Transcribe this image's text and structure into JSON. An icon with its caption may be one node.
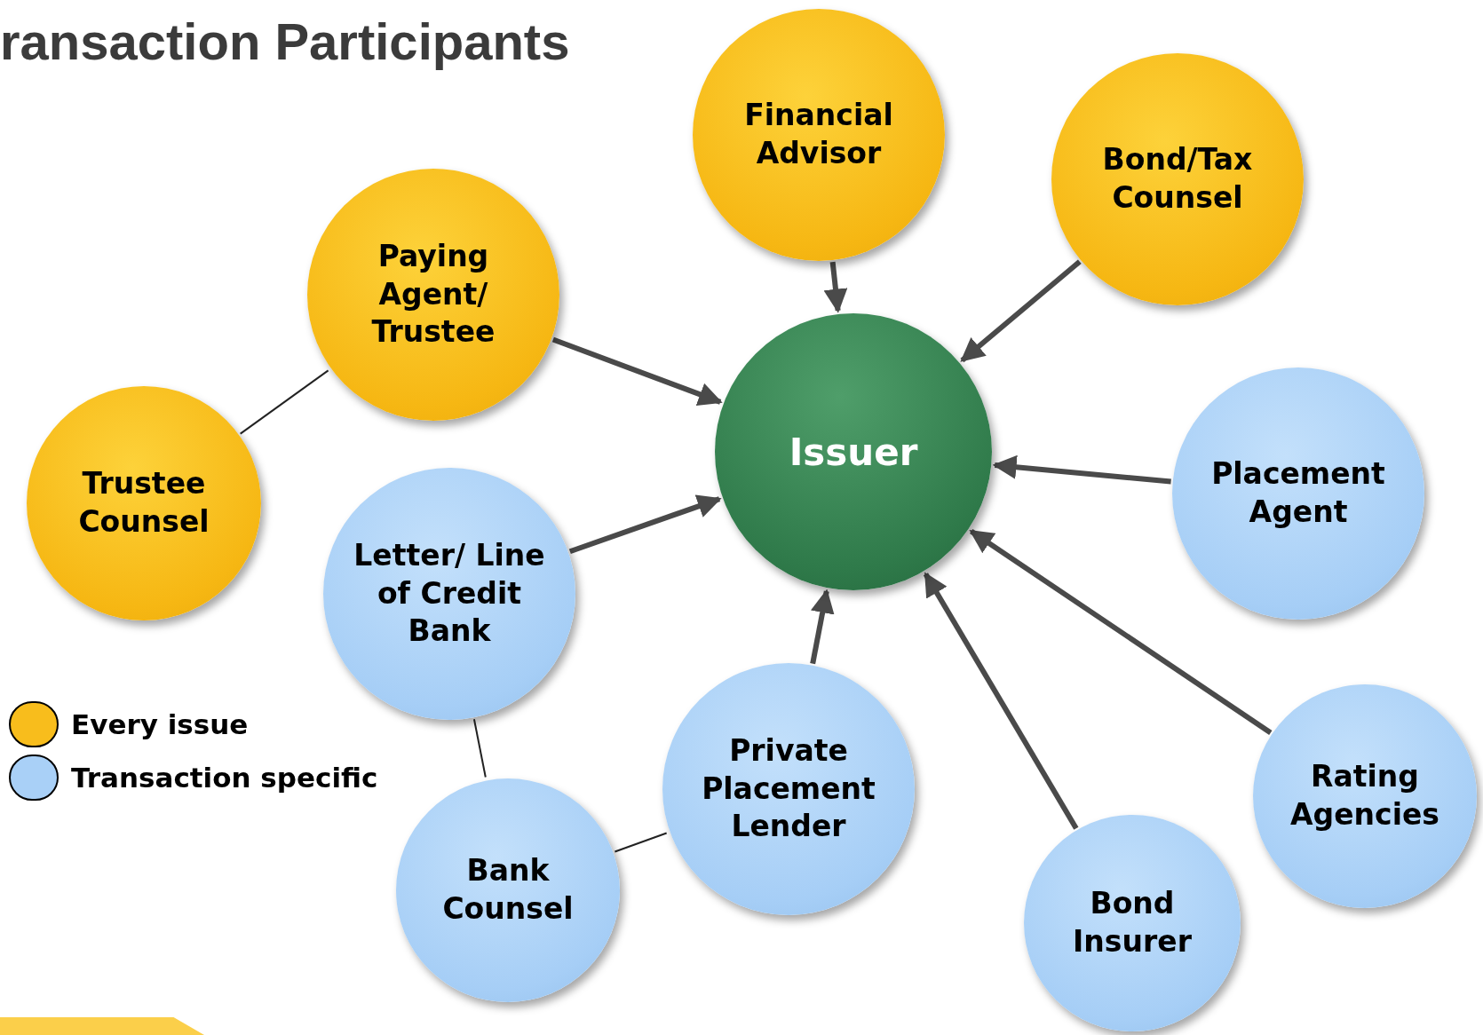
{
  "diagram": {
    "title": "ransaction Participants",
    "nodes": [
      {
        "text": [
          "Financial Advisor"
        ]
      },
      {
        "text": [
          "Bond/Tax Counsel"
        ]
      },
      {
        "text": [
          "Paying Agent/ Trustee"
        ]
      },
      {
        "text": [
          "Issuer"
        ]
      },
      {
        "text": [
          "Trustee Counsel"
        ]
      },
      {
        "text": [
          "Placement Agent"
        ]
      },
      {
        "text": [
          "Letter/ Line of Credit Bank"
        ]
      },
      {
        "text": [
          "Private Placement Lender"
        ]
      },
      {
        "text": [
          "Rating Agencies"
        ]
      },
      {
        "text": [
          "Bank Counsel"
        ]
      },
      {
        "text": [
          "Bond Insurer"
        ]
      }
    ],
    "edges": [
      {
        "from": 0,
        "to": 3,
        "arrow": "to"
      },
      {
        "from": 1,
        "to": 3,
        "arrow": "to"
      },
      {
        "from": 2,
        "to": 3,
        "arrow": "to"
      },
      {
        "from": 5,
        "to": 3,
        "arrow": "to"
      },
      {
        "from": 6,
        "to": 3,
        "arrow": "to"
      },
      {
        "from": 7,
        "to": 3,
        "arrow": "to"
      },
      {
        "from": 10,
        "to": 3,
        "arrow": "to"
      },
      {
        "from": 8,
        "to": 3,
        "arrow": "to"
      },
      {
        "from": 4,
        "to": 2,
        "arrow": "none"
      },
      {
        "from": 6,
        "to": 9,
        "arrow": "none"
      },
      {
        "from": 9,
        "to": 7,
        "arrow": "none"
      }
    ],
    "legend": [
      {
        "text": "Every issue",
        "color": "#f8bd1c"
      },
      {
        "text": "Transaction specific",
        "color": "#a9d0f7"
      }
    ]
  }
}
